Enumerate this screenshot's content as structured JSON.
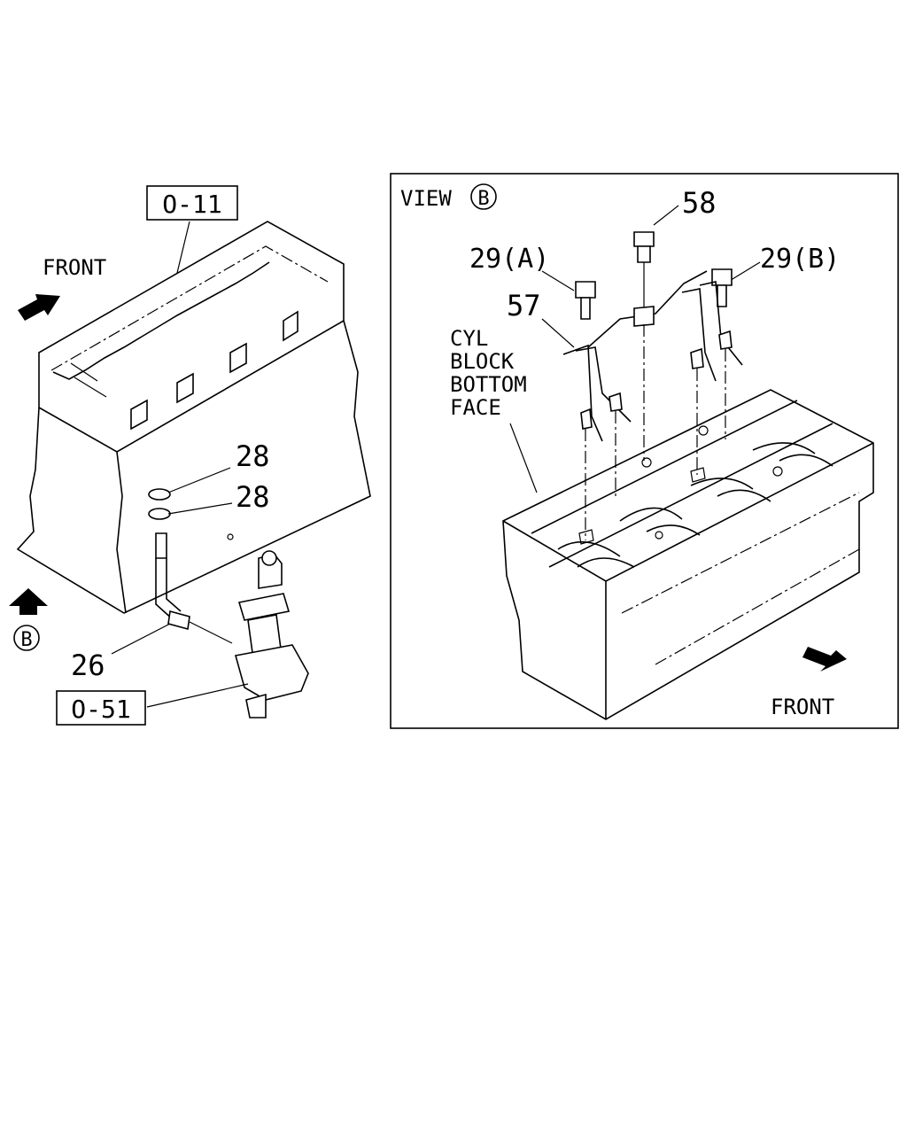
{
  "left": {
    "ref_box_top": "O-11",
    "ref_box_bottom": "O-51",
    "front_label": "FRONT",
    "view_marker": "B",
    "callouts": [
      "28",
      "28",
      "26"
    ]
  },
  "view": {
    "title": "VIEW",
    "title_marker": "B",
    "callouts": {
      "p58": "58",
      "p29a": "29(A)",
      "p29b": "29(B)",
      "p57": "57"
    },
    "face_label": [
      "CYL",
      "BLOCK",
      "BOTTOM",
      "FACE"
    ],
    "front_label": "FRONT"
  }
}
